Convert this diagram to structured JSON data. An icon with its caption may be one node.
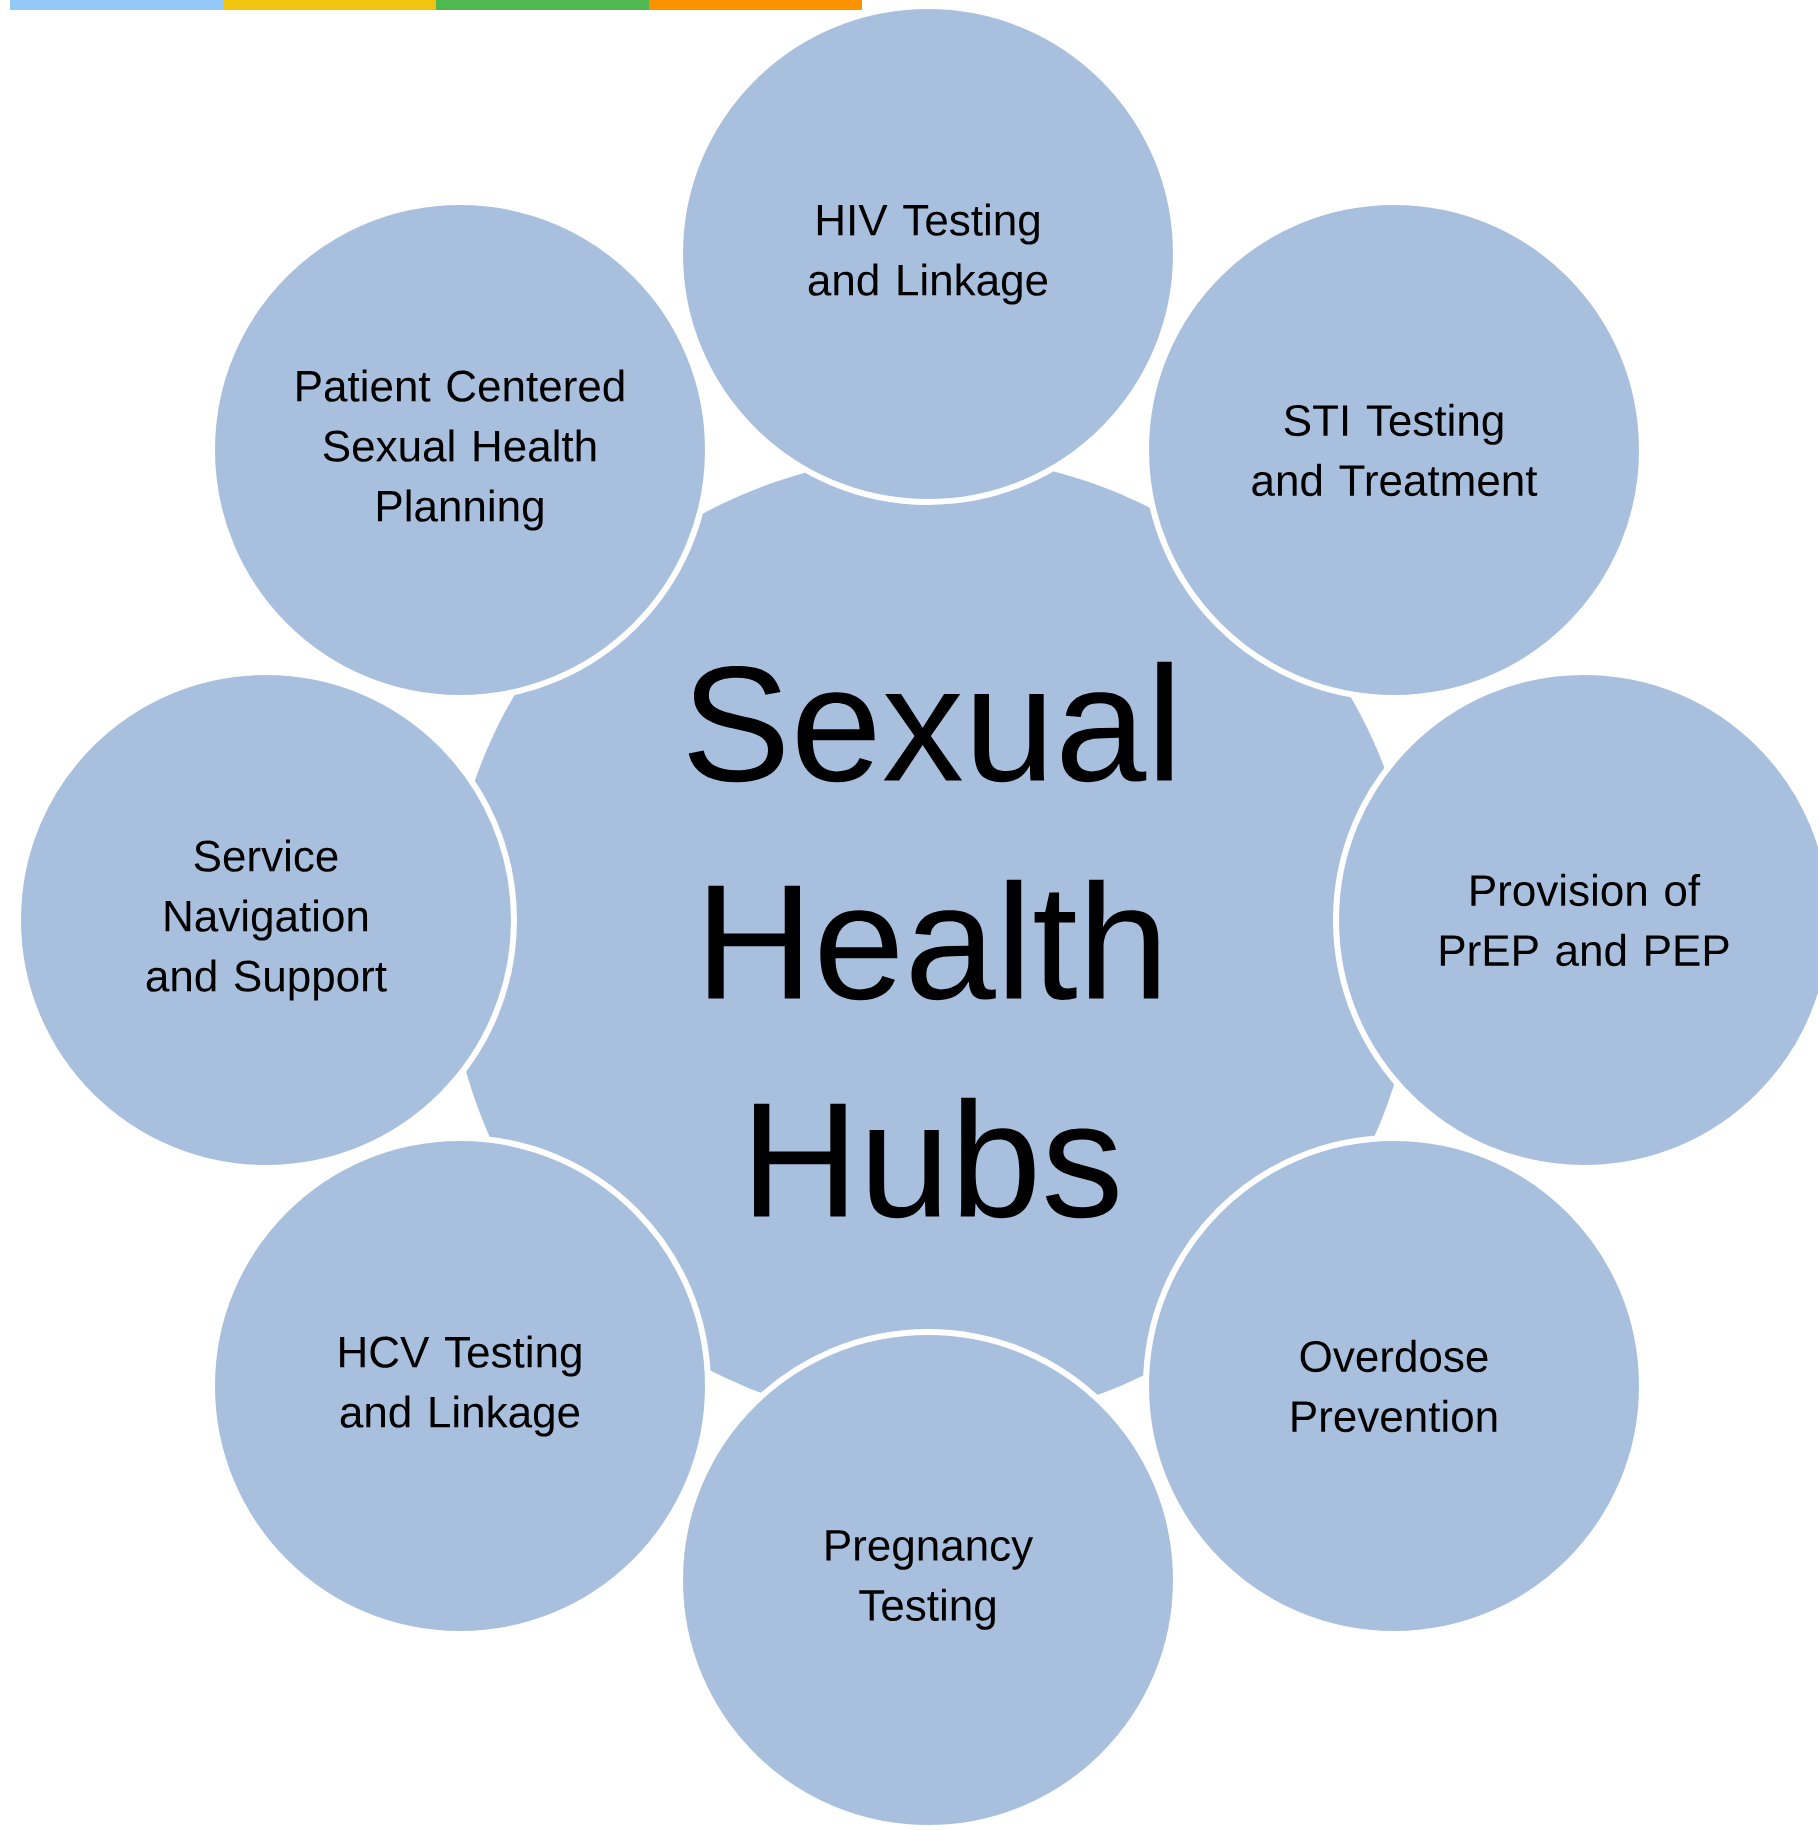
{
  "diagram": {
    "nodes": [
      {
        "text": [
          "Sexual Health Hubs"
        ]
      },
      {
        "text": [
          "HIV Testing and Linkage"
        ]
      },
      {
        "text": [
          "STI Testing and Treatment"
        ]
      },
      {
        "text": [
          "Provision of PrEP and PEP"
        ]
      },
      {
        "text": [
          "Overdose Prevention"
        ]
      },
      {
        "text": [
          "Pregnancy Testing"
        ]
      },
      {
        "text": [
          "HCV Testing and Linkage"
        ]
      },
      {
        "text": [
          "Service Navigation and Support"
        ]
      },
      {
        "text": [
          "Patient Centered Sexual Health Planning"
        ]
      }
    ]
  }
}
